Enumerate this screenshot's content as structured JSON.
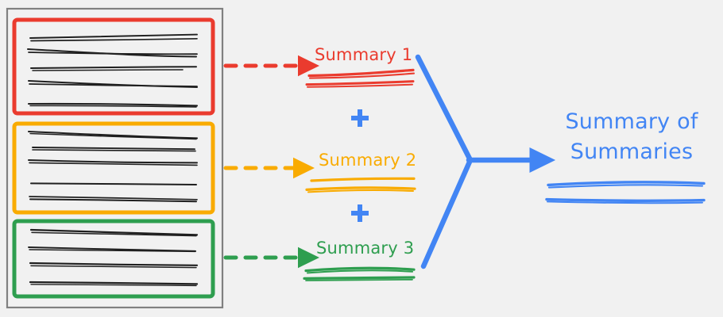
{
  "diagram": {
    "type": "flow-diagram",
    "title": "Summary of Summaries hierarchical summarization diagram",
    "background_color": "#f1f1f1",
    "source_document": {
      "name": "document-container",
      "border_color": "#808080",
      "chunks": [
        {
          "id": "chunk-1",
          "color": "#ea3b2e",
          "line_count": 5,
          "label": "red document chunk"
        },
        {
          "id": "chunk-2",
          "color": "#f9ab00",
          "line_count": 5,
          "label": "orange document chunk"
        },
        {
          "id": "chunk-3",
          "color": "#2e9e4f",
          "line_count": 4,
          "label": "green document chunk"
        }
      ],
      "text_line_color": "#1f1f1f"
    },
    "arrows": [
      {
        "id": "arrow-1",
        "style": "dashed",
        "color": "#ea3b2e"
      },
      {
        "id": "arrow-2",
        "style": "dashed",
        "color": "#f9ab00"
      },
      {
        "id": "arrow-3",
        "style": "dashed",
        "color": "#2e9e4f"
      }
    ],
    "summaries": [
      {
        "id": "summary-1",
        "label": "Summary 1",
        "color": "#ea3b2e",
        "line_count": 2
      },
      {
        "id": "summary-2",
        "label": "Summary 2",
        "color": "#f9ab00",
        "line_count": 2
      },
      {
        "id": "summary-3",
        "label": "Summary 3",
        "color": "#2e9e4f",
        "line_count": 2
      }
    ],
    "operators": [
      {
        "id": "plus-1",
        "symbol": "+",
        "color": "#4285f4"
      },
      {
        "id": "plus-2",
        "symbol": "+",
        "color": "#4285f4"
      }
    ],
    "merge": {
      "name": "merge-arrow",
      "color": "#4285f4",
      "shape": "three-pronged converging arrow"
    },
    "final": {
      "id": "summary-of-summaries",
      "label": "Summary of\nSummaries",
      "line_1": "Summary of",
      "line_2": "Summaries",
      "color": "#4285f4",
      "line_count": 2
    }
  }
}
